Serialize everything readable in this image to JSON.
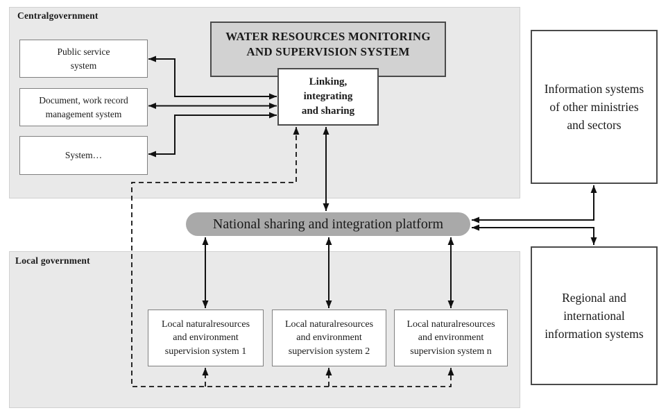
{
  "colors": {
    "region_fill": "#e9e9e9",
    "region_border": "#d0d0d0",
    "water_fill": "#d2d2d2",
    "dark_border": "#4a4a4a",
    "box_border": "#7f7f7f",
    "pill_fill": "#a9a9a9",
    "line_color": "#111111",
    "text_color": "#1a1a1a"
  },
  "regions": {
    "central": {
      "label": "Centralgovernment"
    },
    "local": {
      "label": "Local government"
    }
  },
  "nodes": {
    "public_service": {
      "lines": [
        "Public service",
        "system"
      ]
    },
    "document_mgmt": {
      "lines": [
        "Document, work record",
        "management system"
      ]
    },
    "system_etc": {
      "lines": [
        "System…"
      ]
    },
    "water_monitoring": {
      "lines": [
        "WATER RESOURCES MONITORING",
        "AND SUPERVISION SYSTEM"
      ]
    },
    "linking": {
      "lines": [
        "Linking,",
        "integrating",
        "and sharing"
      ]
    },
    "platform": {
      "label": "National sharing and integration platform"
    },
    "local_system_1": {
      "lines": [
        "Local naturalresources",
        "and environment",
        "supervision system 1"
      ]
    },
    "local_system_2": {
      "lines": [
        "Local naturalresources",
        "and environment",
        "supervision system 2"
      ]
    },
    "local_system_n": {
      "lines": [
        "Local naturalresources",
        "and environment",
        "supervision system n"
      ]
    },
    "other_ministries": {
      "lines": [
        "Information systems",
        "of other ministries",
        "and sectors"
      ]
    },
    "regional_international": {
      "lines": [
        "Regional and",
        "international",
        "information systems"
      ]
    }
  }
}
